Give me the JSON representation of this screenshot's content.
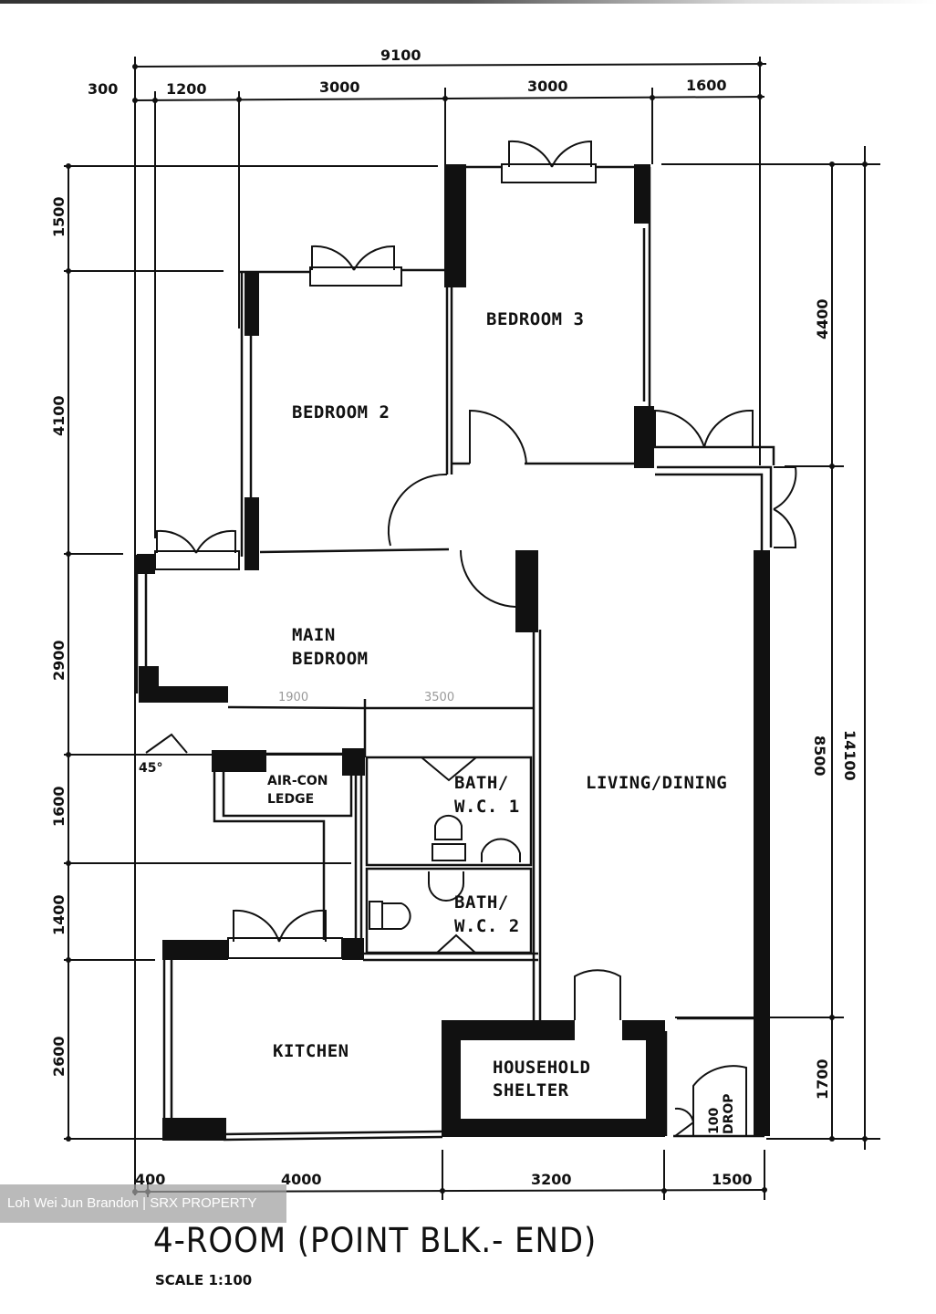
{
  "plan": {
    "title": "4-ROOM (POINT BLK.- END)",
    "scale": "SCALE 1:100",
    "watermark": "Loh Wei Jun Brandon | SRX PROPERTY"
  },
  "dimensions": {
    "top_overall": "9100",
    "top_segments": [
      "300",
      "1200",
      "3000",
      "3000",
      "1600"
    ],
    "bottom_segments": [
      "400",
      "4000",
      "3200",
      "1500"
    ],
    "left_segments": [
      "1500",
      "4100",
      "2900",
      "1600",
      "1400",
      "2600"
    ],
    "right_segments": [
      "4400",
      "8500",
      "1700"
    ],
    "right_overall": "14100",
    "angle_note": "45°"
  },
  "rooms": {
    "bedroom2": "BEDROOM 2",
    "bedroom3": "BEDROOM 3",
    "main_bedroom_line1": "MAIN",
    "main_bedroom_line2": "BEDROOM",
    "aircon_line1": "AIR-CON",
    "aircon_line2": "LEDGE",
    "bath1_line1": "BATH/",
    "bath1_line2": "W.C. 1",
    "bath2_line1": "BATH/",
    "bath2_line2": "W.C. 2",
    "living": "LIVING/DINING",
    "kitchen": "KITCHEN",
    "shelter_line1": "HOUSEHOLD",
    "shelter_line2": "SHELTER",
    "refuse_line1": "100",
    "refuse_line2": "DROP"
  },
  "faint_marks": [
    "1900",
    "3500"
  ]
}
